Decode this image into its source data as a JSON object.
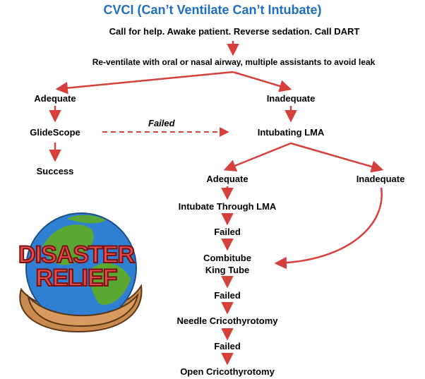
{
  "colors": {
    "title": "#1f6fc0",
    "arrow": "#d6403a"
  },
  "title": "CVCI (Can’t Ventilate Can’t Intubate)",
  "step1": "Call for help.  Awake patient. Reverse sedation. Call DART",
  "step2": "Re-ventilate with oral or nasal airway, multiple assistants to avoid leak",
  "left": {
    "adequate": "Adequate",
    "glidescope": "GlideScope",
    "success": "Success"
  },
  "right": {
    "inadequate": "Inadequate",
    "intubating_lma": "Intubating LMA"
  },
  "failed_label": "Failed",
  "lma_branch": {
    "adequate": "Adequate",
    "inadequate": "Inadequate",
    "intubate_through": "Intubate Through LMA",
    "failed": "Failed",
    "combitube": "Combitube",
    "king_tube": "King Tube",
    "needle": "Needle Cricothyrotomy",
    "open": "Open Cricothyrotomy"
  },
  "logo": {
    "line1": "DISASTER",
    "line2": "RELIEF",
    "icon": "globe-in-hands-icon"
  }
}
